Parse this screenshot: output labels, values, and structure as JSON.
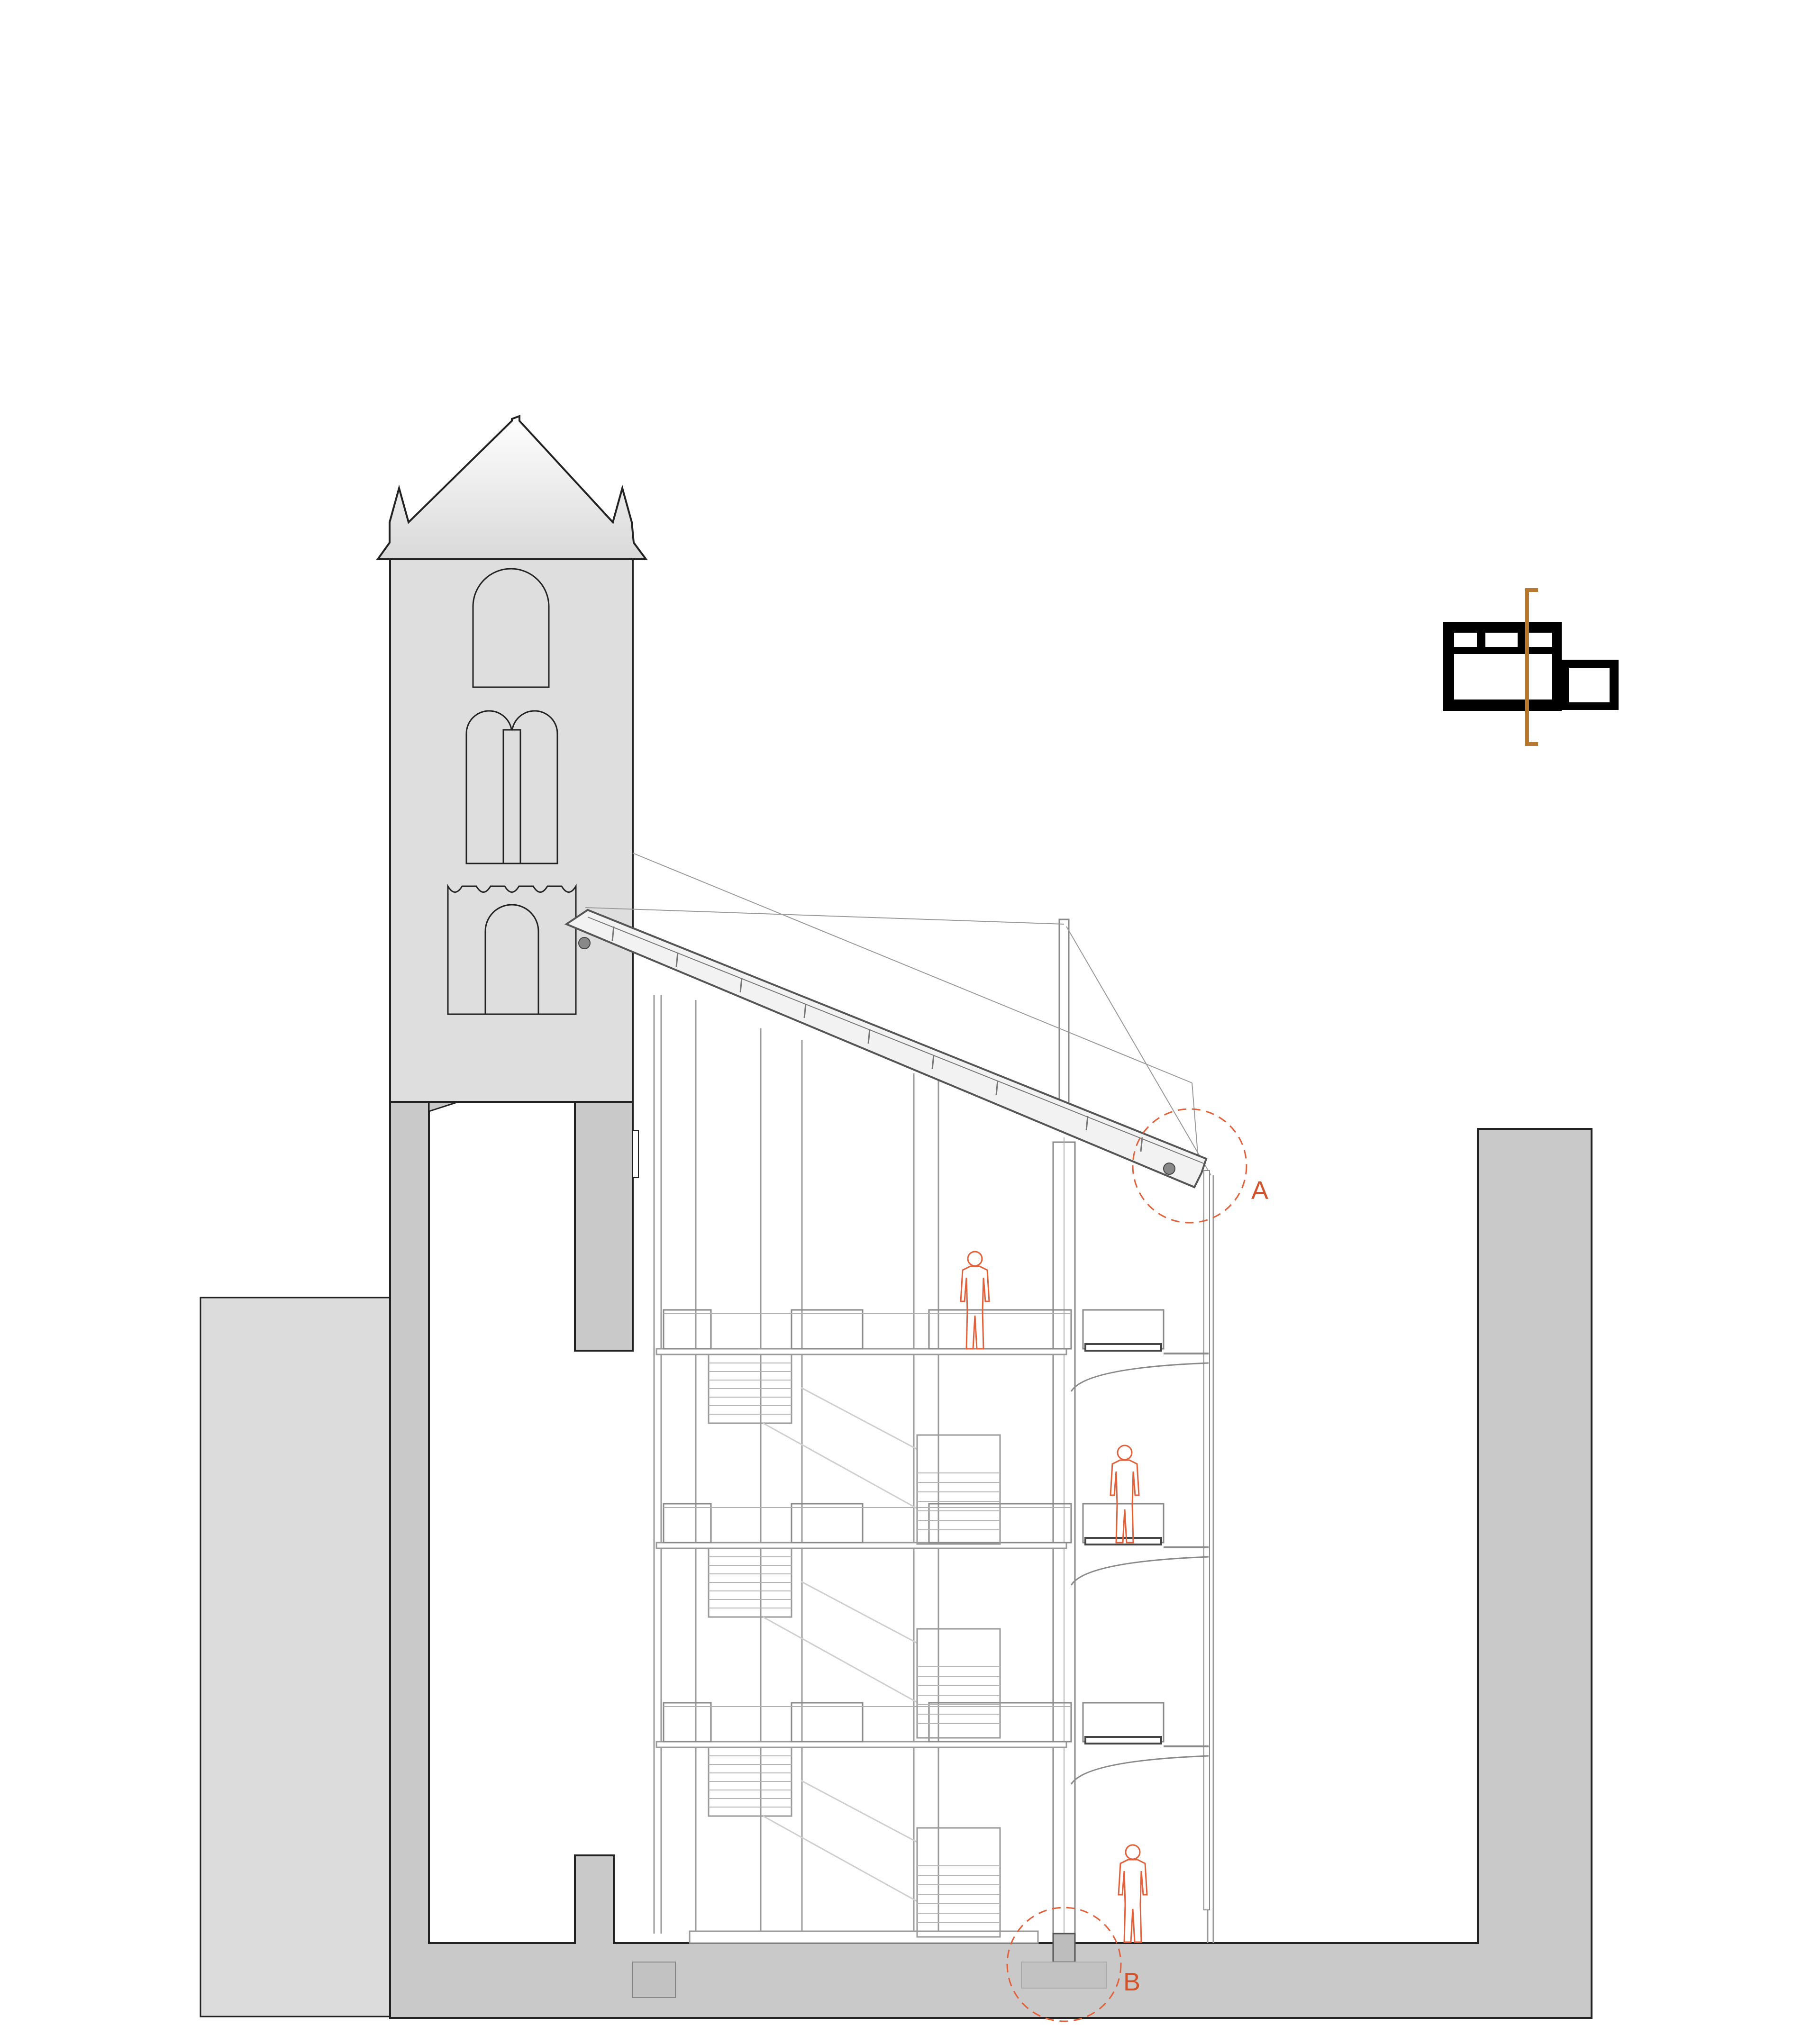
{
  "section": {
    "callouts": [
      {
        "id": "detail-a",
        "text": "A"
      },
      {
        "id": "detail-b",
        "text": "B"
      }
    ]
  },
  "colors": {
    "wall_fill": "#c9c9c9",
    "tower_fill": "#dedede",
    "neighbor_fill": "#dcdcdc",
    "line": "#222222",
    "structure_line": "#9a9a9a",
    "figure_line": "#e2603a",
    "callout": "#d2532a",
    "key_plan_fill": "#000000",
    "key_plan_section_line": "#b8782e"
  }
}
